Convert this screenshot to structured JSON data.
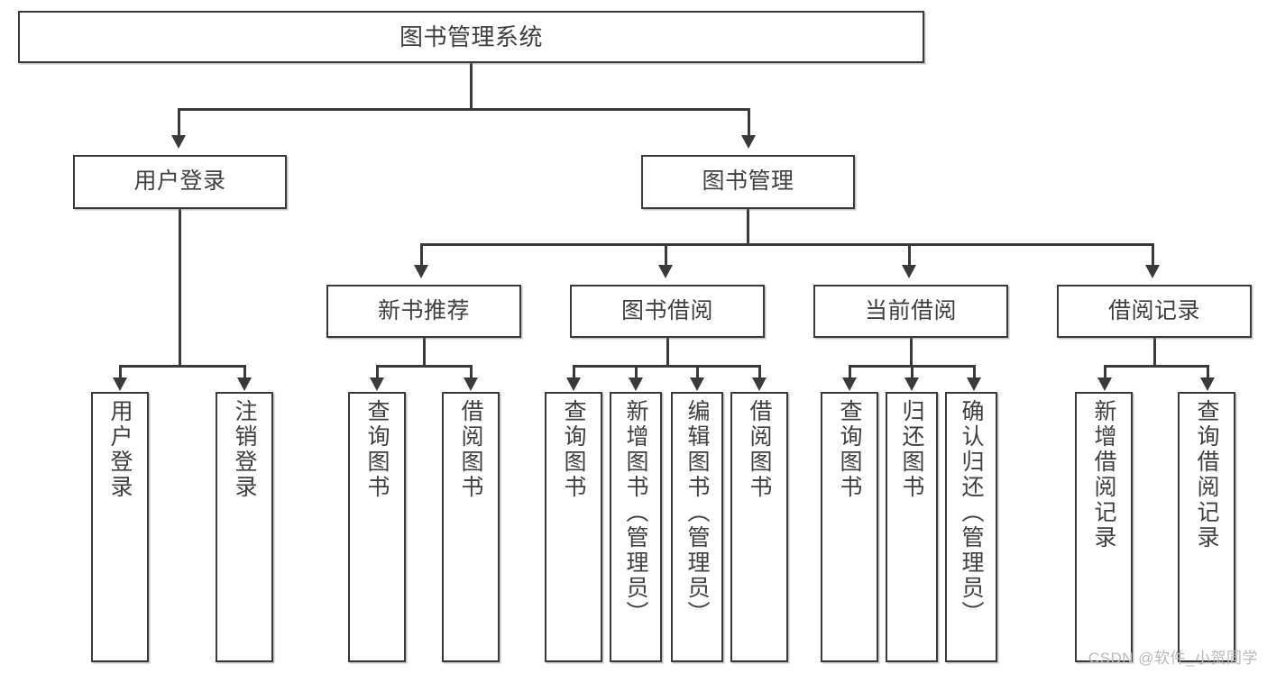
{
  "diagram": {
    "type": "tree",
    "title": "图书管理系统",
    "root": {
      "label": "图书管理系统"
    },
    "level2": [
      {
        "label": "用户登录"
      },
      {
        "label": "图书管理"
      }
    ],
    "level3": [
      {
        "label": "新书推荐"
      },
      {
        "label": "图书借阅"
      },
      {
        "label": "当前借阅"
      },
      {
        "label": "借阅记录"
      }
    ],
    "leaves": {
      "user_login": [
        {
          "label": "用户登录"
        },
        {
          "label": "注销登录"
        }
      ],
      "new_book": [
        {
          "label": "查询图书"
        },
        {
          "label": "借阅图书"
        }
      ],
      "book_borrow": [
        {
          "label": "查询图书"
        },
        {
          "label": "新增图书（管理员）"
        },
        {
          "label": "编辑图书（管理员）"
        },
        {
          "label": "借阅图书"
        }
      ],
      "current_borrow": [
        {
          "label": "查询图书"
        },
        {
          "label": "归还图书"
        },
        {
          "label": "确认归还（管理员）"
        }
      ],
      "borrow_record": [
        {
          "label": "新增借阅记录"
        },
        {
          "label": "查询借阅记录"
        }
      ]
    }
  },
  "watermark": {
    "text": "CSDN @软件_小贺同学"
  },
  "colors": {
    "stroke": "#3a3a3a",
    "text": "#3f3f3f",
    "background": "#ffffff",
    "watermark": "#b9b9b9"
  }
}
